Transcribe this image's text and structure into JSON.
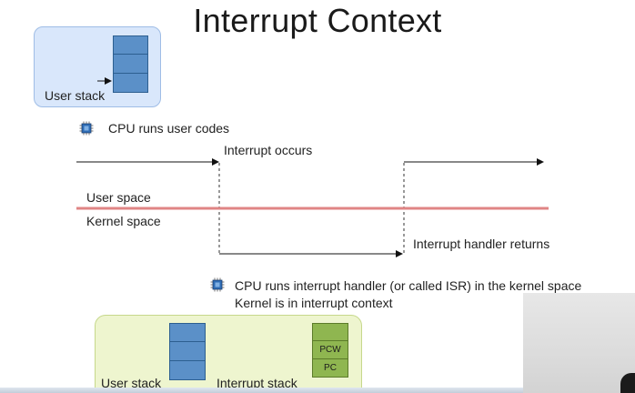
{
  "title": "Interrupt Context",
  "top_box": {
    "stack_label": "User stack"
  },
  "timeline": {
    "user_codes": "CPU runs user codes",
    "interrupt_occurs": "Interrupt occurs",
    "user_space": "User space",
    "kernel_space": "Kernel space",
    "handler_returns": "Interrupt handler returns",
    "isr_line1": "CPU runs interrupt handler (or called ISR) in the kernel space",
    "isr_line2": "Kernel is in interrupt context",
    "divider_color": "#e08585"
  },
  "bottom_box": {
    "user_stack_label": "User stack",
    "interrupt_stack_label": "Interrupt stack",
    "interrupt_stack_cells": [
      "",
      "PCW",
      "PC"
    ]
  },
  "icons": [
    "cpu-chip-icon"
  ],
  "colors": {
    "stack_blue": "#5b90c8",
    "stack_green": "#8fb650",
    "box_blue": "#d9e7fb",
    "box_green": "#eef5cf"
  }
}
